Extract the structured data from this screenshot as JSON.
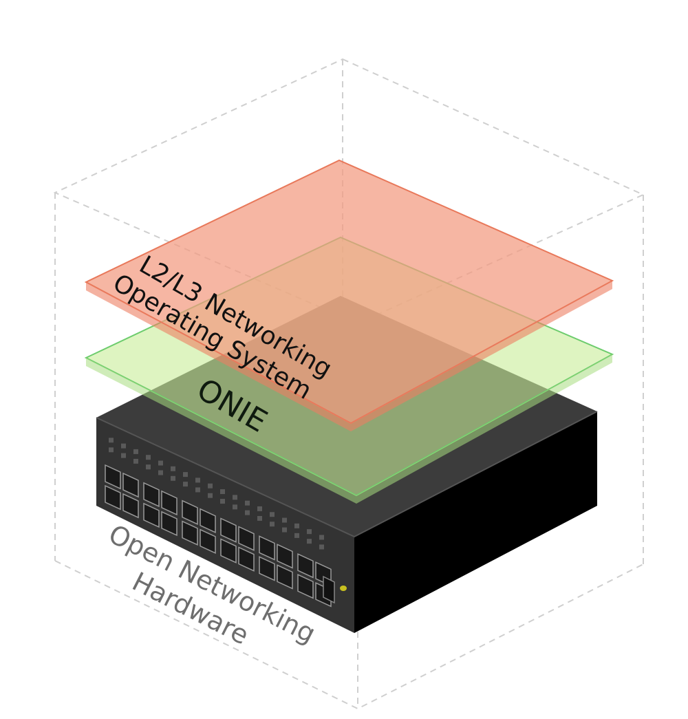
{
  "layers": {
    "os": {
      "label_line1": "L2/L3 Networking",
      "label_line2": "Operating System",
      "fill": "#f4a58c",
      "stroke": "#e8785a"
    },
    "onie": {
      "label": "ONIE",
      "fill": "#cdeea0",
      "stroke": "#6dcc6d"
    },
    "hardware": {
      "label_line1": "Open Networking",
      "label_line2": "Hardware",
      "body_color": "#3a3a3a",
      "side_color": "#000000"
    }
  },
  "colors": {
    "guide_lines": "#cfcfcf",
    "label_text": "#000000",
    "hardware_text": "#6e6e6e"
  }
}
